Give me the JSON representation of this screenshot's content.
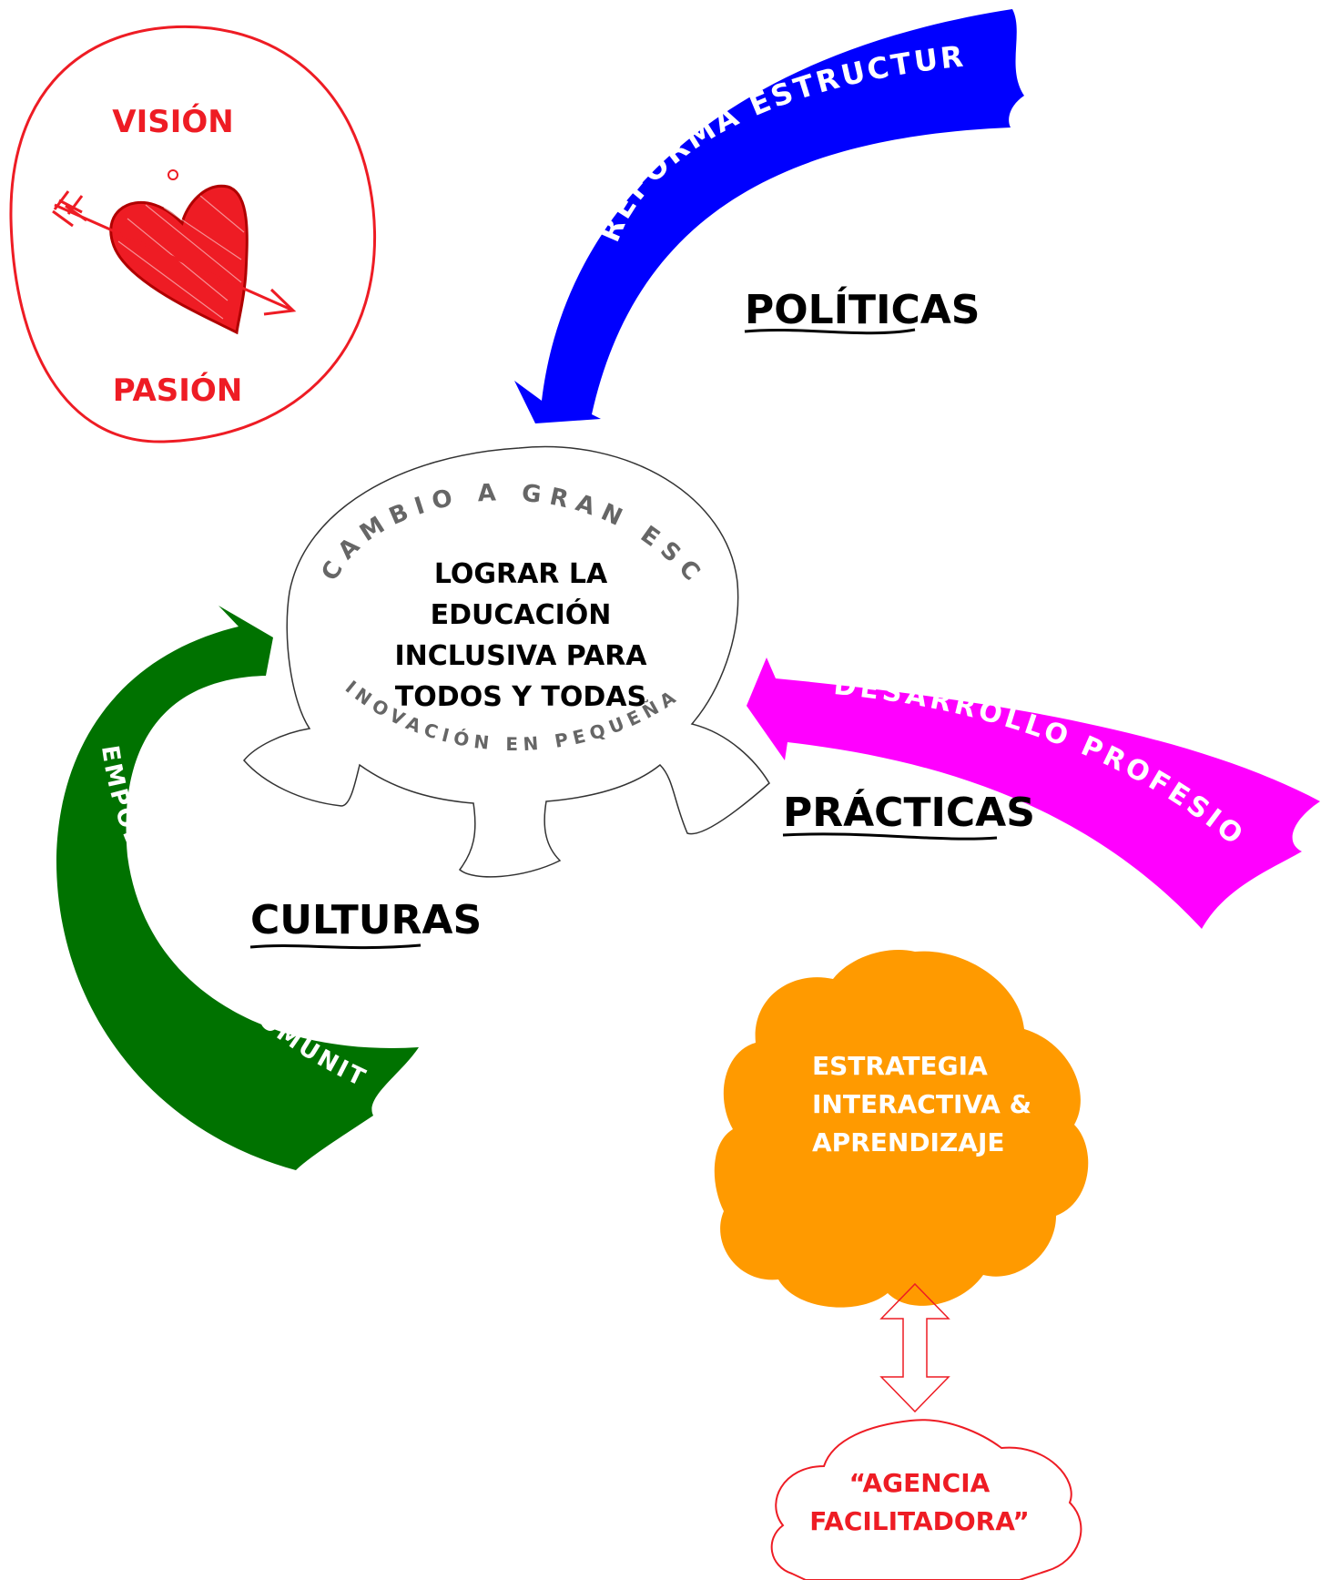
{
  "vision_circle": {
    "top_label": "VISIÓN",
    "bottom_label": "PASIÓN",
    "color": "#ee1c24",
    "icon": "heart-arrow-icon"
  },
  "arrows": {
    "reforma": {
      "label": "REFORMA ESTRUCTURAL",
      "color": "#0000ff",
      "text_color": "#ffffff"
    },
    "desarrollo": {
      "label": "DESARROLLO PROFESIONAL",
      "color": "#ff00ff",
      "text_color": "#ffffff"
    },
    "empoderamiento": {
      "label": "EMPODERAMIENTO COMUNITARIO",
      "color": "#007200",
      "text_color": "#ffffff"
    }
  },
  "labels": {
    "politicas": "POLÍTICAS",
    "practicas": "PRÁCTICAS",
    "culturas": "CULTURAS"
  },
  "tree": {
    "arc_top": "CAMBIO A GRAN ESCALA",
    "center_lines": [
      "LOGRAR LA",
      "EDUCACIÓN",
      "INCLUSIVA PARA",
      "TODOS Y TODAS"
    ],
    "arc_bottom": "INOVACIÓN EN PEQUEÑA ESCALA",
    "arc_color": "#666666"
  },
  "strategy_cloud": {
    "lines": [
      "ESTRATEGIA",
      "INTERACTIVA &",
      "APRENDIZAJE"
    ],
    "color": "#ff9a00",
    "text_color": "#ffffff"
  },
  "double_arrow": {
    "color": "#ee1c24",
    "icon": "double-arrow-icon"
  },
  "agency_cloud": {
    "lines": [
      "“AGENCIA",
      "FACILITADORA”"
    ],
    "color": "#ee1c24"
  }
}
